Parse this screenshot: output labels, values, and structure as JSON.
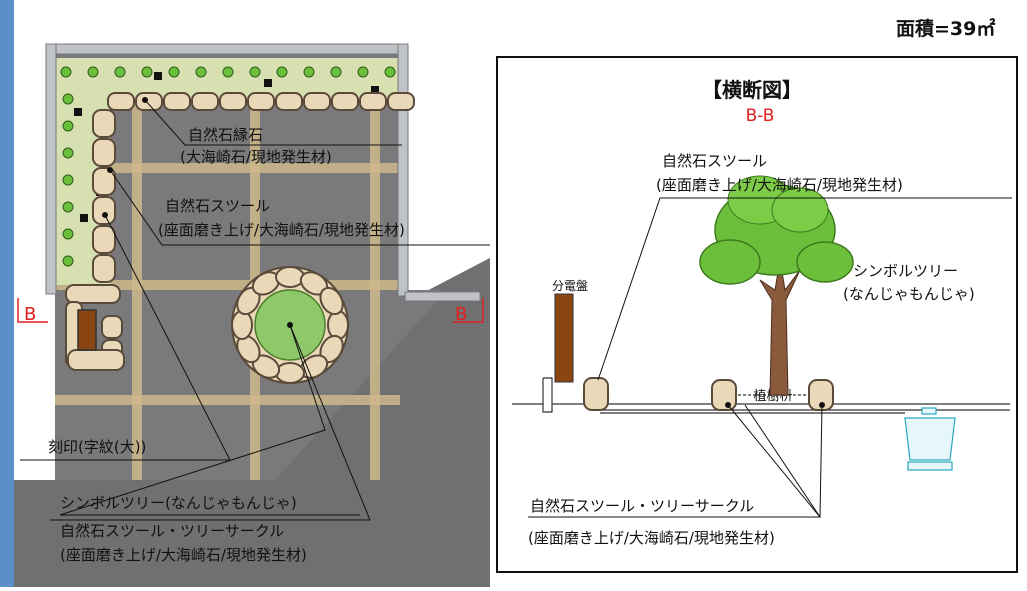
{
  "area_label": "面積=39㎡",
  "plan": {
    "section_mark": "B",
    "labels": {
      "edge_stone_1": "自然石縁石",
      "edge_stone_2": "(大海崎石/現地発生材)",
      "stool_1": "自然石スツール",
      "stool_2": "(座面磨き上げ/大海崎石/現地発生材)",
      "engraving": "刻印(字紋(大))",
      "circle_1": "シンボルツリー(なんじゃもんじゃ)",
      "circle_2": "自然石スツール・ツリーサークル",
      "circle_3": "(座面磨き上げ/大海崎石/現地発生材)"
    }
  },
  "section": {
    "title": "【横断図】",
    "subtitle": "B-B",
    "labels": {
      "stool_1": "自然石スツール",
      "stool_2": "(座面磨き上げ/大海崎石/現地発生材)",
      "tree_1": "シンボルツリー",
      "tree_2": "(なんじゃもんじゃ)",
      "panel": "分電盤",
      "planter": "植樹枡",
      "circle_1": "自然石スツール・ツリーサークル",
      "circle_2": "(座面磨き上げ/大海崎石/現地発生材)"
    }
  },
  "colors": {
    "ground": "#6b6b6b",
    "paving": "#7a7a7c",
    "joint": "#cdb88a",
    "planting": "#d6e0b0",
    "stone": "#ead9b8",
    "stone_edge": "#5a4a3a",
    "leaf": "#6cbf3a",
    "accent_red": "#e02020"
  }
}
